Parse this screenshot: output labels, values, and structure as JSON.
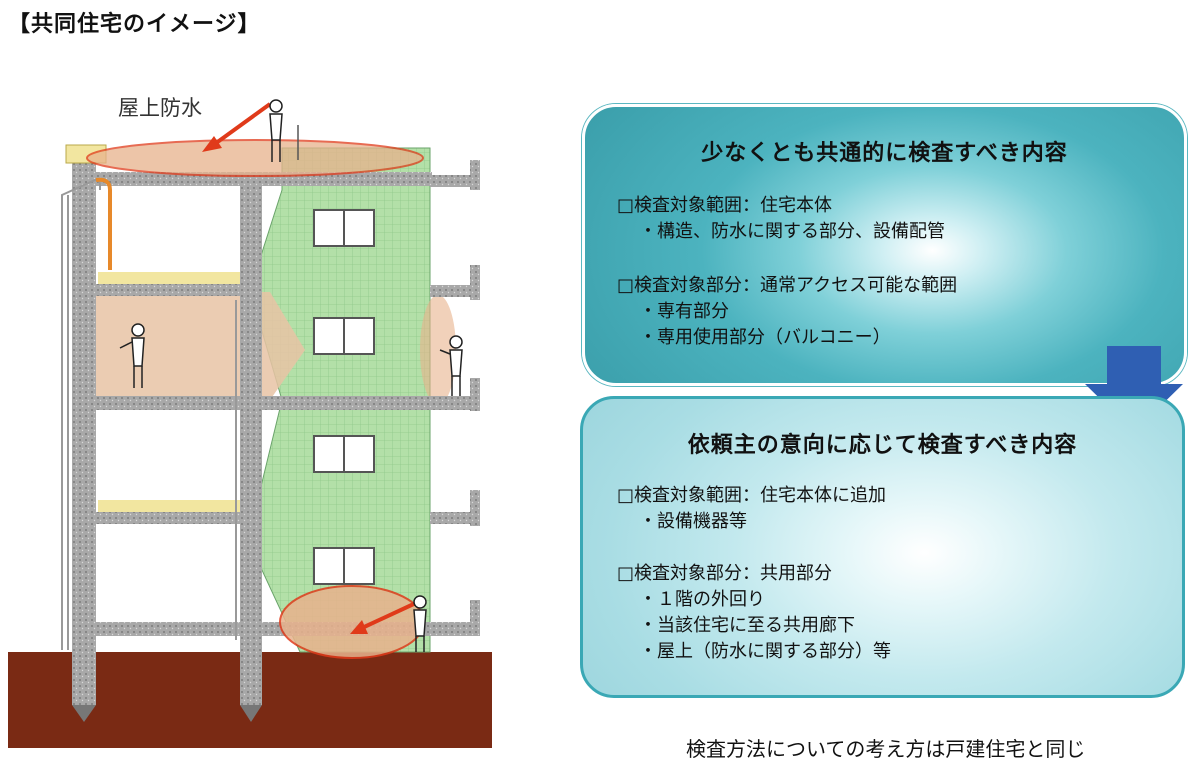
{
  "title": "【共同住宅のイメージ】",
  "illustration": {
    "roof_label": "屋上防水"
  },
  "box_common": {
    "heading": "少なくとも共通的に検査すべき内容",
    "lines": [
      "□検査対象範囲：住宅本体",
      "・構造、防水に関する部分、設備配管",
      "□検査対象部分：通常アクセス可能な範囲",
      "・専有部分",
      "・専用使用部分（バルコニー）"
    ]
  },
  "box_request": {
    "heading": "依頼主の意向に応じて検査すべき内容",
    "lines": [
      "□検査対象範囲：住宅本体に追加",
      "・設備機器等",
      "□検査対象部分：共用部分",
      "・１階の外回り",
      "・当該住宅に至る共用廊下",
      "・屋上（防水に関する部分）等"
    ]
  },
  "footer": "検査方法についての考え方は戸建住宅と同じ",
  "colors": {
    "ground": "#7a2a14",
    "concrete": "#9a9a9a",
    "floor_slab": "#f2e6a0",
    "wall_green": "#a9dca0",
    "highlight": "#e8b28c",
    "arrow_red": "#e03a1a",
    "arrow_blue": "#2f5fb3"
  }
}
